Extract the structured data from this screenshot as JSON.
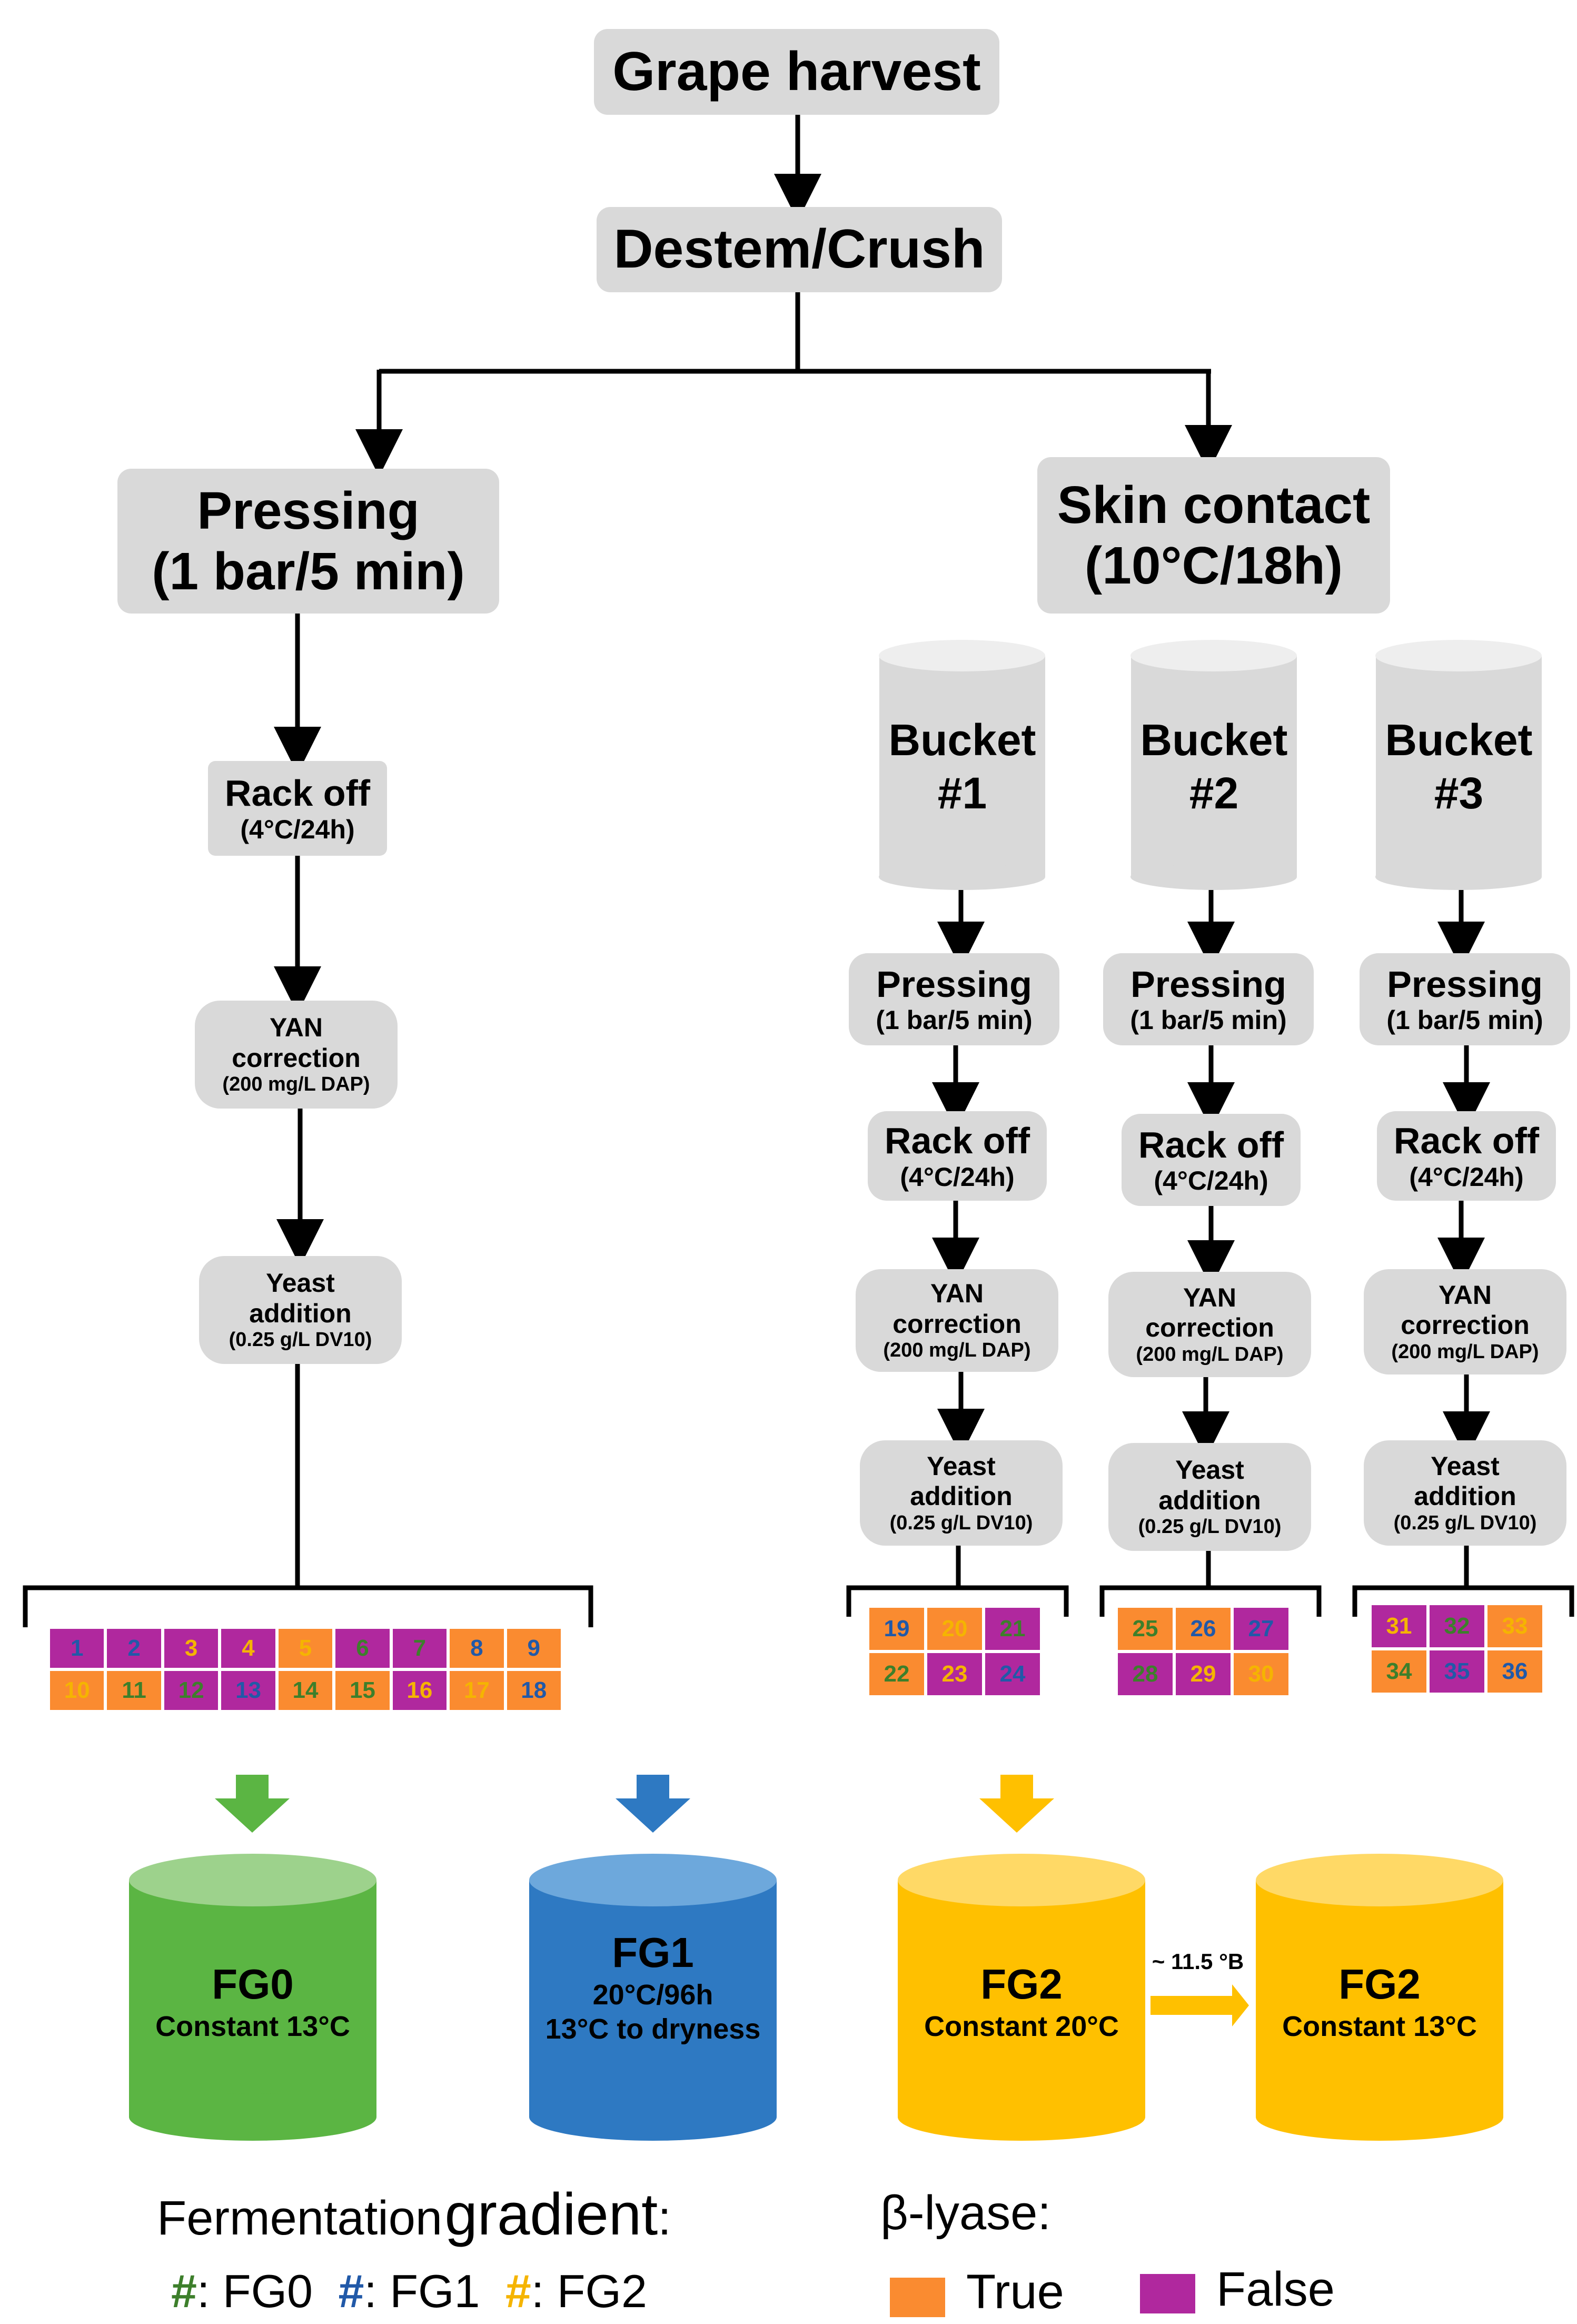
{
  "colors": {
    "box": "#d9d9d9",
    "true_orange": "#fa8b30",
    "false_magenta": "#b0289e",
    "fg0_green": "#5bb543",
    "fg1_blue": "#2e79c2",
    "fg2_yellow": "#ffc000",
    "num_fg0": "#3d7f2b",
    "num_fg1": "#2159a8",
    "num_fg2": "#f5b400"
  },
  "top": {
    "harvest": "Grape harvest",
    "destem": "Destem/Crush"
  },
  "left": {
    "pressing_line1": "Pressing",
    "pressing_line2": "(1 bar/5 min)",
    "rack_title": "Rack off",
    "rack_sub": "(4°C/24h)",
    "yan_line1": "YAN",
    "yan_line2": "correction",
    "yan_sub": "(200 mg/L DAP)",
    "yeast_line1": "Yeast",
    "yeast_line2": "addition",
    "yeast_sub": "(0.25 g/L DV10)"
  },
  "right": {
    "skin_line1": "Skin contact",
    "skin_line2": "(10°C/18h)",
    "buckets": [
      {
        "line1": "Bucket",
        "line2": "#1",
        "pressing": "Pressing",
        "pressing_sub": "(1 bar/5 min)",
        "rack": "Rack off",
        "rack_sub": "(4°C/24h)",
        "yan1": "YAN",
        "yan2": "correction",
        "yan_sub": "(200 mg/L DAP)",
        "yeast1": "Yeast",
        "yeast2": "addition",
        "yeast_sub": "(0.25 g/L DV10)"
      },
      {
        "line1": "Bucket",
        "line2": "#2",
        "pressing": "Pressing",
        "pressing_sub": "(1 bar/5 min)",
        "rack": "Rack off",
        "rack_sub": "(4°C/24h)",
        "yan1": "YAN",
        "yan2": "correction",
        "yan_sub": "(200 mg/L DAP)",
        "yeast1": "Yeast",
        "yeast2": "addition",
        "yeast_sub": "(0.25 g/L DV10)"
      },
      {
        "line1": "Bucket",
        "line2": "#3",
        "pressing": "Pressing",
        "pressing_sub": "(1 bar/5 min)",
        "rack": "Rack off",
        "rack_sub": "(4°C/24h)",
        "yan1": "YAN",
        "yan2": "correction",
        "yan_sub": "(200 mg/L DAP)",
        "yeast1": "Yeast",
        "yeast2": "addition",
        "yeast_sub": "(0.25 g/L DV10)"
      }
    ]
  },
  "samples_left": [
    {
      "n": "1",
      "bg": "false",
      "num": "fg1"
    },
    {
      "n": "2",
      "bg": "false",
      "num": "fg1"
    },
    {
      "n": "3",
      "bg": "false",
      "num": "fg2"
    },
    {
      "n": "4",
      "bg": "false",
      "num": "fg2"
    },
    {
      "n": "5",
      "bg": "true",
      "num": "fg2"
    },
    {
      "n": "6",
      "bg": "false",
      "num": "fg0"
    },
    {
      "n": "7",
      "bg": "false",
      "num": "fg0"
    },
    {
      "n": "8",
      "bg": "true",
      "num": "fg1"
    },
    {
      "n": "9",
      "bg": "true",
      "num": "fg1"
    },
    {
      "n": "10",
      "bg": "true",
      "num": "fg2"
    },
    {
      "n": "11",
      "bg": "true",
      "num": "fg0"
    },
    {
      "n": "12",
      "bg": "false",
      "num": "fg0"
    },
    {
      "n": "13",
      "bg": "false",
      "num": "fg1"
    },
    {
      "n": "14",
      "bg": "true",
      "num": "fg0"
    },
    {
      "n": "15",
      "bg": "true",
      "num": "fg0"
    },
    {
      "n": "16",
      "bg": "false",
      "num": "fg2"
    },
    {
      "n": "17",
      "bg": "true",
      "num": "fg2"
    },
    {
      "n": "18",
      "bg": "true",
      "num": "fg1"
    }
  ],
  "samples_b1": [
    {
      "n": "19",
      "bg": "true",
      "num": "fg1"
    },
    {
      "n": "20",
      "bg": "true",
      "num": "fg2"
    },
    {
      "n": "21",
      "bg": "false",
      "num": "fg0"
    },
    {
      "n": "22",
      "bg": "true",
      "num": "fg0"
    },
    {
      "n": "23",
      "bg": "false",
      "num": "fg2"
    },
    {
      "n": "24",
      "bg": "false",
      "num": "fg1"
    }
  ],
  "samples_b2": [
    {
      "n": "25",
      "bg": "true",
      "num": "fg0"
    },
    {
      "n": "26",
      "bg": "true",
      "num": "fg1"
    },
    {
      "n": "27",
      "bg": "false",
      "num": "fg1"
    },
    {
      "n": "28",
      "bg": "false",
      "num": "fg0"
    },
    {
      "n": "29",
      "bg": "false",
      "num": "fg2"
    },
    {
      "n": "30",
      "bg": "true",
      "num": "fg2"
    }
  ],
  "samples_b3": [
    {
      "n": "31",
      "bg": "false",
      "num": "fg2"
    },
    {
      "n": "32",
      "bg": "false",
      "num": "fg0"
    },
    {
      "n": "33",
      "bg": "true",
      "num": "fg2"
    },
    {
      "n": "34",
      "bg": "true",
      "num": "fg0"
    },
    {
      "n": "35",
      "bg": "false",
      "num": "fg1"
    },
    {
      "n": "36",
      "bg": "true",
      "num": "fg1"
    }
  ],
  "fermenters": {
    "fg0_name": "FG0",
    "fg0_sub": "Constant 13°C",
    "fg1_name": "FG1",
    "fg1_sub1": "20°C/96h",
    "fg1_sub2": "13°C to dryness",
    "fg2a_name": "FG2",
    "fg2a_sub": "Constant 20°C",
    "fg2b_name": "FG2",
    "fg2b_sub": "Constant 13°C",
    "transfer_label": "~ 11.5 °B"
  },
  "legend": {
    "gradient_word1": "Fermentation",
    "gradient_word2": "gradient",
    "gradient_colon": ":",
    "hash": "#",
    "fg0": ": FG0",
    "fg1": ": FG1",
    "fg2": ": FG2",
    "lyase_title": "β-lyase:",
    "true_label": "True",
    "false_label": "False"
  }
}
